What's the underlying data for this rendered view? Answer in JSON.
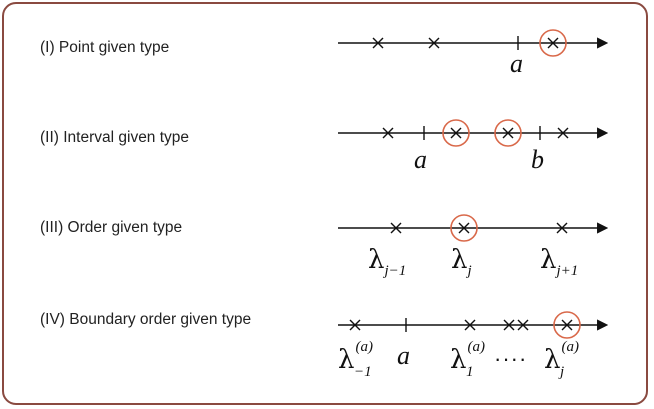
{
  "colors": {
    "border": "#8a4a40",
    "circle": "#d9694a",
    "line": "#111111"
  },
  "rows": [
    {
      "label": "(I) Point given type",
      "marks": {
        "a": "a"
      }
    },
    {
      "label": "(II) Interval given type",
      "marks": {
        "a": "a",
        "b": "b"
      }
    },
    {
      "label": "(III) Order given type",
      "marks": {
        "lam_prev": {
          "base": "λ",
          "sub": "j−1"
        },
        "lam_j": {
          "base": "λ",
          "sub": "j"
        },
        "lam_next": {
          "base": "λ",
          "sub": "j+1"
        }
      }
    },
    {
      "label": "(IV) Boundary order given type",
      "marks": {
        "lam_m1": {
          "base": "λ",
          "sup": "(a)",
          "sub": "−1"
        },
        "a": "a",
        "lam_1": {
          "base": "λ",
          "sup": "(a)",
          "sub": "1"
        },
        "dots": "····",
        "lam_j": {
          "base": "λ",
          "sup": "(a)",
          "sub": "j"
        }
      }
    }
  ]
}
